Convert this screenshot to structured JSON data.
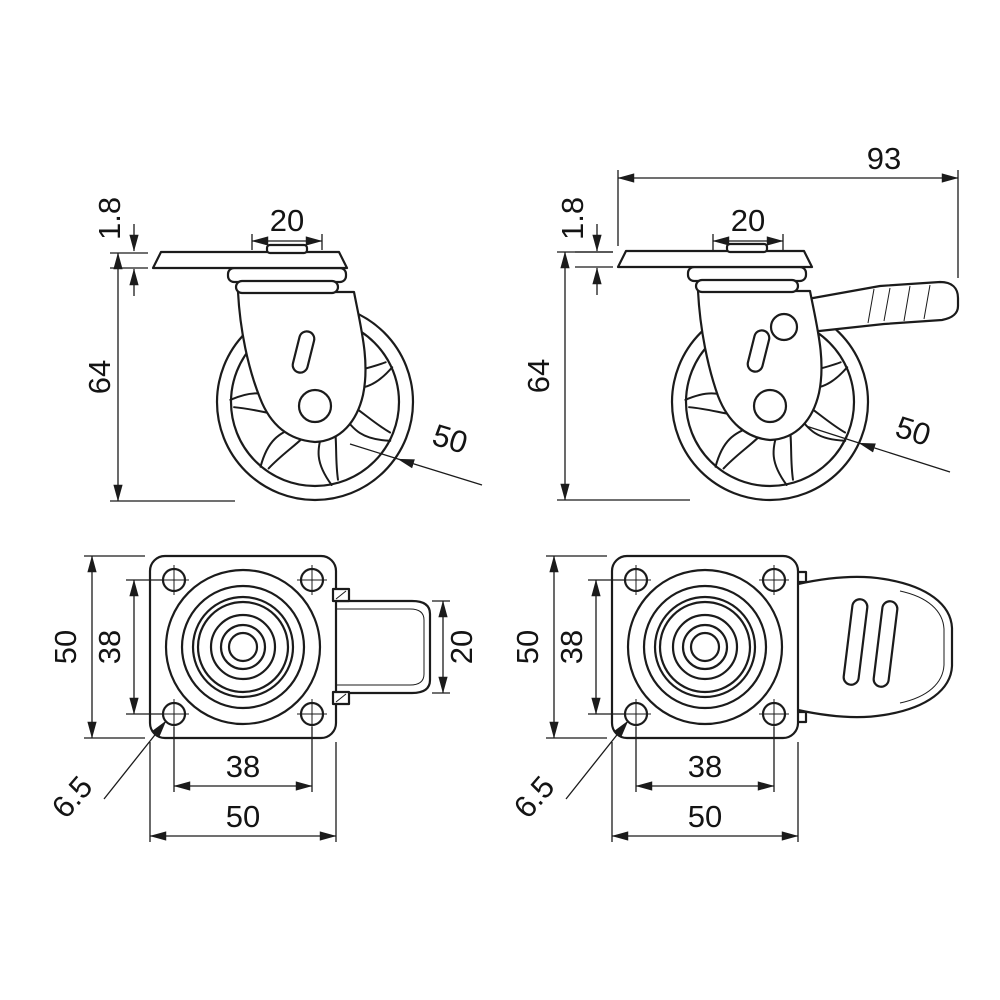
{
  "drawing": {
    "background_color": "#ffffff",
    "line_color": "#1b1b1b",
    "description": "Technical dimension drawing of swivel casters: side and bottom views, plain and braked versions"
  },
  "dims": {
    "side_swivel": {
      "plate_thickness": "1.8",
      "top_width": "20",
      "overall_height": "64",
      "wheel_diameter": "50"
    },
    "side_braked": {
      "overall_length": "93",
      "plate_thickness": "1.8",
      "top_width": "20",
      "overall_height": "64",
      "wheel_diameter": "50"
    },
    "plan_swivel": {
      "plate_size_v": "50",
      "hole_pitch_v": "38",
      "wheel_width": "20",
      "hole_pitch_h": "38",
      "plate_size_h": "50",
      "hole_diameter": "6.5"
    },
    "plan_braked": {
      "plate_size_v": "50",
      "hole_pitch_v": "38",
      "hole_pitch_h": "38",
      "plate_size_h": "50",
      "hole_diameter": "6.5"
    }
  }
}
